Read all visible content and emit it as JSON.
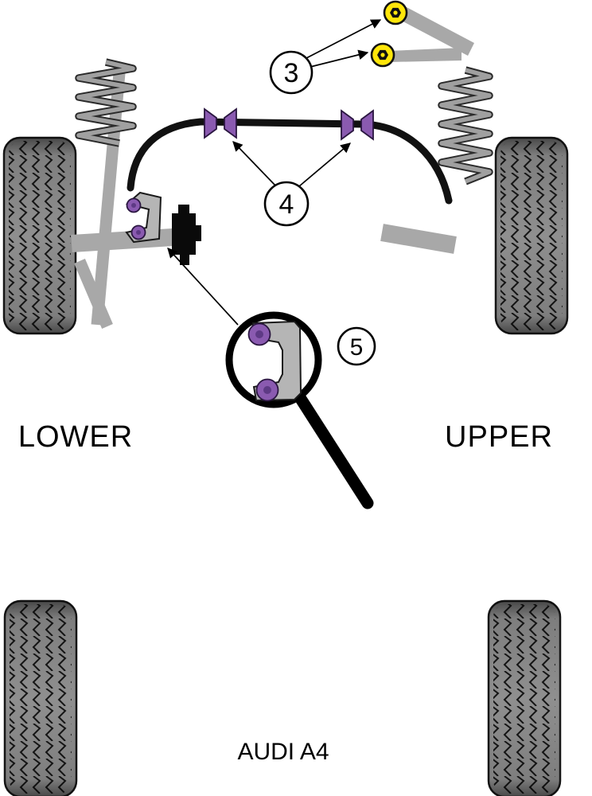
{
  "diagram": {
    "labels": {
      "lower": "LOWER",
      "upper": "UPPER",
      "model": "AUDI A4"
    },
    "callouts": [
      {
        "number": "3"
      },
      {
        "number": "4"
      },
      {
        "number": "5"
      }
    ],
    "colors": {
      "bush_purple": "#8a5ab0",
      "bush_inner_purple": "#5e3a85",
      "bush_yellow": "#ffe60a",
      "arm_gray": "#a8a8a8",
      "bracket_gray": "#b5b5b5",
      "tire_gray": "#8f8f8f",
      "line_black": "#111111"
    }
  }
}
